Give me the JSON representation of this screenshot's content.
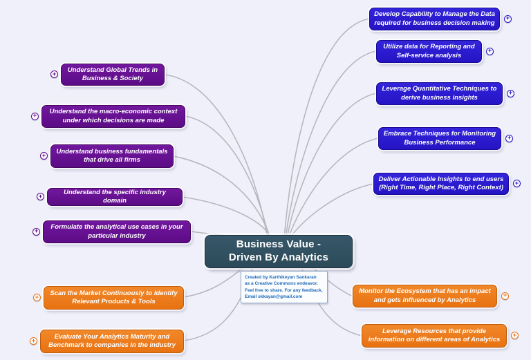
{
  "title": "Business Value - Driven By Analytics",
  "center": {
    "line1": "Business Value -",
    "line2": "Driven By Analytics"
  },
  "note": {
    "line1": "Created by Karthikeyan Sankaran",
    "line2": "as a Creative Commons endeavor.",
    "line3": "Feel free to share. For any feedback,",
    "line4": "Email skkayan@gmail.com"
  },
  "colors": {
    "purple": "#64109a",
    "blue": "#2a1bd2",
    "orange": "#ec7c15",
    "center": "#30505f",
    "connector": "#b4b4bc",
    "background": "#eff0f9"
  },
  "branches": {
    "left_purple": [
      {
        "label": "Understand Global Trends in Business & Society"
      },
      {
        "label": "Understand the macro-economic context under which decisions are made"
      },
      {
        "label": "Understand business fundamentals that drive all firms"
      },
      {
        "label": "Understand the specific industry domain"
      },
      {
        "label": "Formulate the analytical use cases in your particular industry"
      }
    ],
    "left_orange": [
      {
        "label": "Scan the Market Continuously to Identify Relevant Products & Tools"
      },
      {
        "label": "Evaluate Your Analytics Maturity and Benchmark to companies in the industry"
      }
    ],
    "right_blue": [
      {
        "label": "Develop Capability to Manage the Data required for business decision making"
      },
      {
        "label": "Utilize data for Reporting and Self-service analysis"
      },
      {
        "label": "Leverage Quantitative Techniques to derive business insights"
      },
      {
        "label": "Embrace Techniques for Monitoring Business Performance"
      },
      {
        "label": "Deliver Actionable Insights to end users (Right Time, Right Place, Right Context)"
      }
    ],
    "right_orange": [
      {
        "label": "Monitor the Ecosystem that has an impact and gets influenced by Analytics"
      },
      {
        "label": "Leverage Resources that provide information on different areas of Analytics"
      }
    ]
  }
}
